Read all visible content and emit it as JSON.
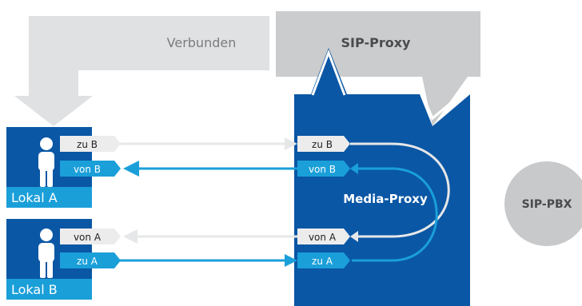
{
  "title": "",
  "labels": {
    "verbunden": "Verbunden",
    "sip_proxy": "SIP-Proxy",
    "media_proxy": "Media-Proxy",
    "sip_pbx": "SIP-PBX",
    "lokal_a": "Lokal A",
    "lokal_b": "Lokal B"
  },
  "tags": {
    "a_zu_b": "zu B",
    "a_von_b": "von B",
    "b_von_a": "von A",
    "b_zu_a": "zu A",
    "proxy_zu_b": "zu B",
    "proxy_von_b": "von B",
    "proxy_von_a": "von A",
    "proxy_zu_a": "zu A"
  },
  "colors": {
    "dark_blue": "#0a57a5",
    "light_blue": "#1a9fd9",
    "light_gray": "#e0e1e3",
    "gray": "#cbcccd",
    "pbx_gray": "#c8c9cb",
    "tag_gray": "#ececec",
    "text_gray": "#7b7c7e",
    "text_dark": "#4a4b4d",
    "white": "#ffffff"
  }
}
